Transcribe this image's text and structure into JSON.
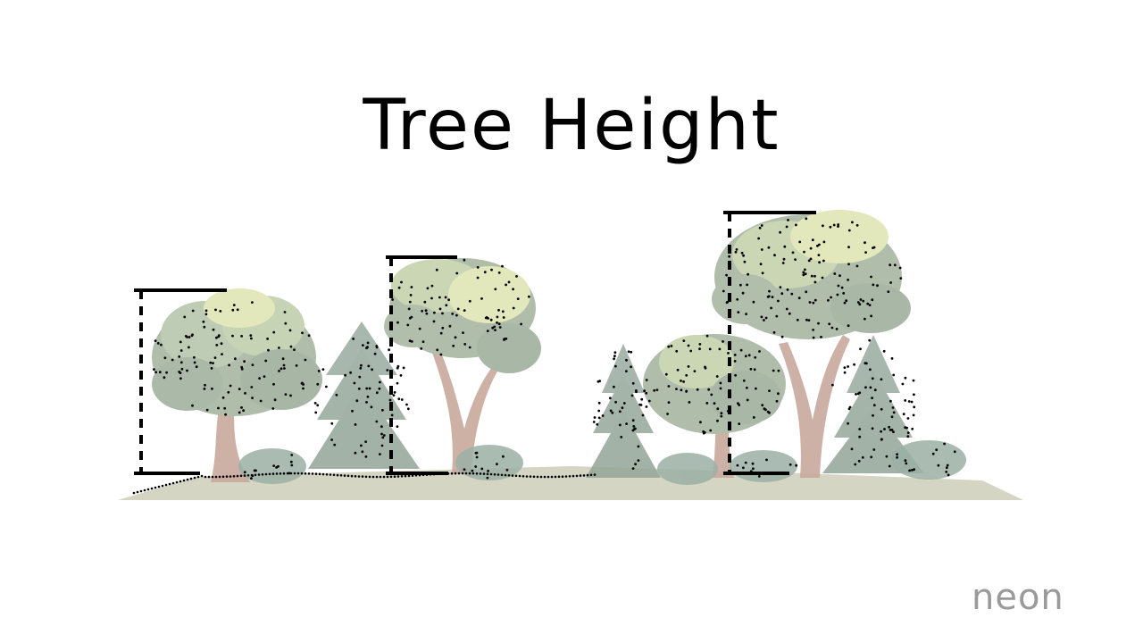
{
  "title": "Tree Height",
  "logo_text": "neon",
  "colors": {
    "background": "#ffffff",
    "ground": "#c9cbb3",
    "trunk": "#c9a99c",
    "foliage_dark": "#98a898",
    "foliage_mid": "#b4c2ad",
    "foliage_light": "#dfe6b4",
    "shrub": "#9bb0a5",
    "conifer": "#9aaba0",
    "measure": "#000000",
    "logo": "#9a9a9a"
  },
  "trees": [
    {
      "type": "broadleaf",
      "measured": true
    },
    {
      "type": "conifer",
      "measured": false
    },
    {
      "type": "broadleaf-tall-trunk",
      "measured": true
    },
    {
      "type": "conifer",
      "measured": false
    },
    {
      "type": "broadleaf",
      "measured": false
    },
    {
      "type": "broadleaf-tall-trunk",
      "measured": true
    },
    {
      "type": "conifer",
      "measured": false
    }
  ]
}
